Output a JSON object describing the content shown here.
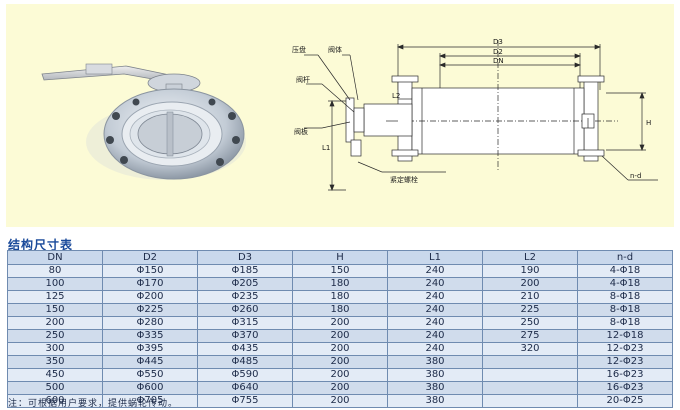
{
  "diagram": {
    "labels": {
      "pressure_plate": "压盘",
      "valve_body": "阀体",
      "valve_stem": "阀杆",
      "valve_plate": "阀板",
      "set_bolt": "紧定螺栓"
    },
    "dimensions": {
      "d3": "D3",
      "d2": "D2",
      "dn": "DN",
      "l2": "L2",
      "l1": "L1",
      "h": "H",
      "nd": "n-d"
    }
  },
  "table": {
    "title": "结构尺寸表",
    "columns": [
      "DN",
      "D2",
      "D3",
      "H",
      "L1",
      "L2",
      "n-d"
    ],
    "rows": [
      [
        "80",
        "Φ150",
        "Φ185",
        "150",
        "240",
        "190",
        "4-Φ18"
      ],
      [
        "100",
        "Φ170",
        "Φ205",
        "180",
        "240",
        "200",
        "4-Φ18"
      ],
      [
        "125",
        "Φ200",
        "Φ235",
        "180",
        "240",
        "210",
        "8-Φ18"
      ],
      [
        "150",
        "Φ225",
        "Φ260",
        "180",
        "240",
        "225",
        "8-Φ18"
      ],
      [
        "200",
        "Φ280",
        "Φ315",
        "200",
        "240",
        "250",
        "8-Φ18"
      ],
      [
        "250",
        "Φ335",
        "Φ370",
        "200",
        "240",
        "275",
        "12-Φ18"
      ],
      [
        "300",
        "Φ395",
        "Φ435",
        "200",
        "240",
        "320",
        "12-Φ23"
      ],
      [
        "350",
        "Φ445",
        "Φ485",
        "200",
        "380",
        "",
        "12-Φ23"
      ],
      [
        "450",
        "Φ550",
        "Φ590",
        "200",
        "380",
        "",
        "16-Φ23"
      ],
      [
        "500",
        "Φ600",
        "Φ640",
        "200",
        "380",
        "",
        "16-Φ23"
      ],
      [
        "600",
        "Φ705",
        "Φ755",
        "200",
        "380",
        "",
        "20-Φ25"
      ]
    ]
  },
  "note": "注：可根据用户要求，提供蜗轮传动。"
}
